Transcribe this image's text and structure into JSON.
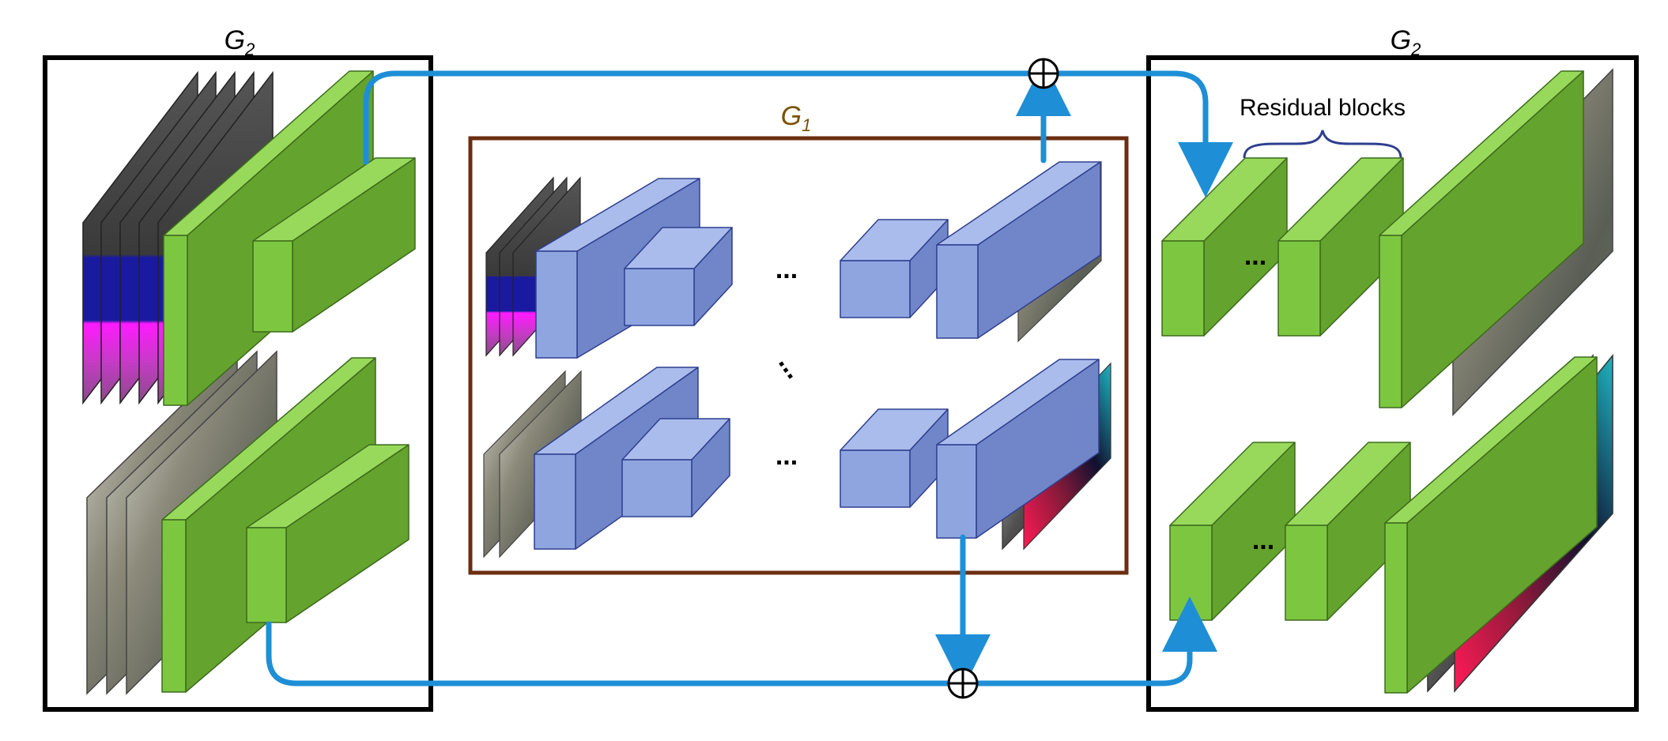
{
  "labels": {
    "left_group": "G",
    "left_group_sub": "2",
    "right_group": "G",
    "right_group_sub": "2",
    "center_group": "G",
    "center_group_sub": "1",
    "residual": "Residual blocks",
    "ellipsis": "..."
  },
  "colors": {
    "green_front": "#7dc740",
    "green_top": "#98d95c",
    "green_side": "#64a32d",
    "green_stroke": "#3c6b1c",
    "blue_front": "#8fa5e0",
    "blue_top": "#a9bceb",
    "blue_side": "#7186c9",
    "blue_stroke": "#2f3f8f",
    "arrow": "#1e8fd6",
    "frame": "#000000",
    "center_frame": "#6b2e10",
    "center_label": "#7a5200"
  }
}
